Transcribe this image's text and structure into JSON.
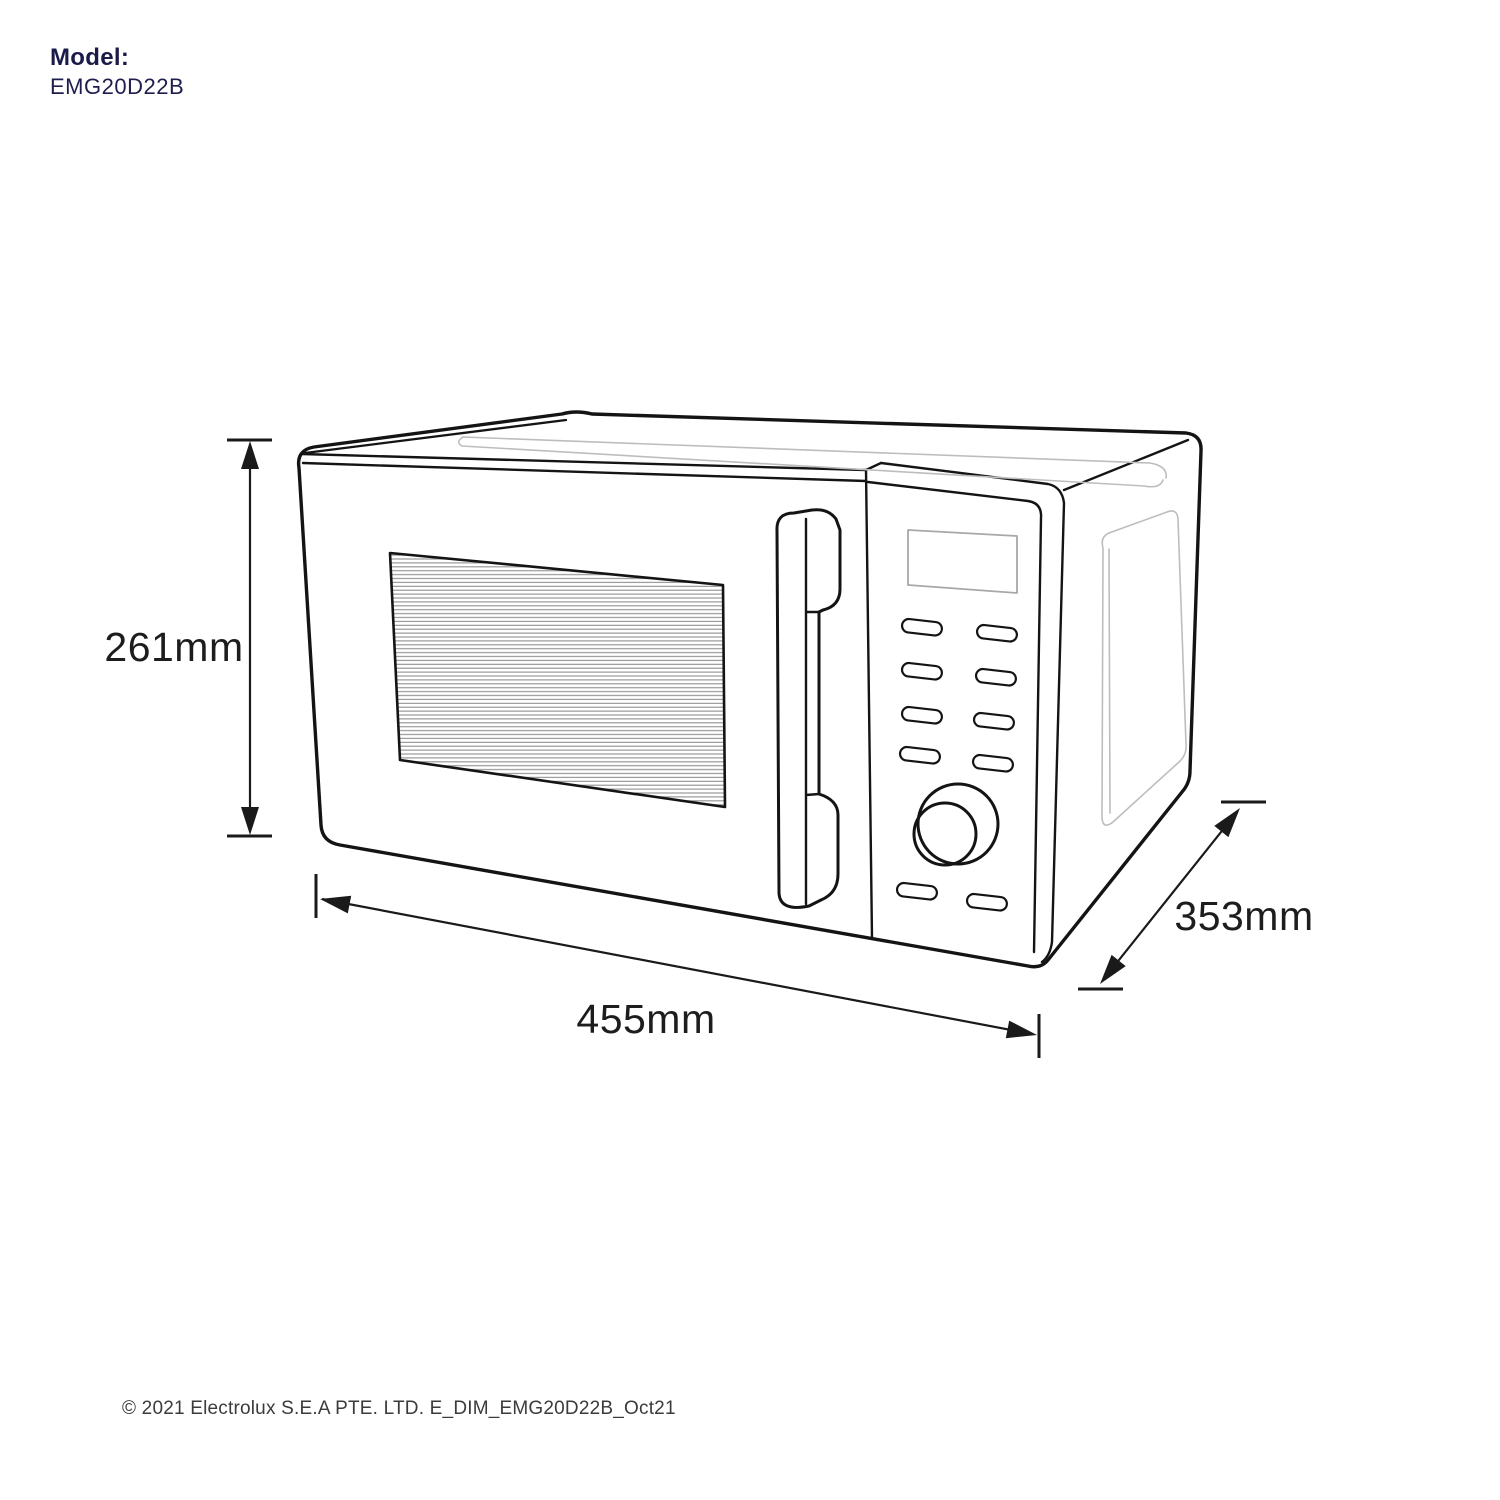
{
  "header": {
    "model_label": "Model:",
    "model_value": "EMG20D22B"
  },
  "dimensions": {
    "height_label": "261mm",
    "width_label": "455mm",
    "depth_label": "353mm"
  },
  "footer": {
    "copyright_text": "© 2021 Electrolux S.E.A PTE. LTD. E_DIM_EMG20D22B_Oct21"
  },
  "diagram": {
    "subject": "microwave-oven-three-quarter-view-line-drawing",
    "features": [
      "top-inset-panel",
      "door-window-hatched",
      "door-handle",
      "door-seam",
      "control-panel",
      "display-screen",
      "control-buttons",
      "rotary-knob",
      "side-inset-panel"
    ],
    "annotation_style": "dimension lines with solid arrowheads and end caps"
  },
  "colors": {
    "brand_navy": "#1b1b4a",
    "line_black": "#141414",
    "dimension_black": "#1a1a1a",
    "detail_gray": "#bdbdbd",
    "hatch_gray": "#8f8f8f",
    "label_dark": "#1d1d1d",
    "footer_gray": "#3b3b3b",
    "background": "#ffffff"
  }
}
